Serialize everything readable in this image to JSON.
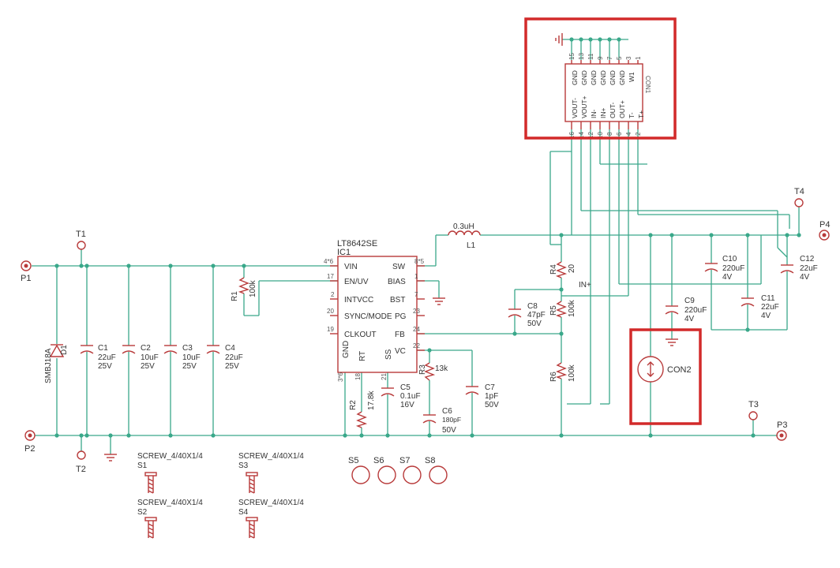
{
  "ports": {
    "p1": "P1",
    "p2": "P2",
    "p3": "P3",
    "p4": "P4",
    "t1": "T1",
    "t2": "T2",
    "t3": "T3",
    "t4": "T4"
  },
  "diode": {
    "name": "D1",
    "value": "SMBJ18A"
  },
  "input_caps": [
    {
      "name": "C1",
      "value": "22uF",
      "voltage": "25V"
    },
    {
      "name": "C2",
      "value": "10uF",
      "voltage": "25V"
    },
    {
      "name": "C3",
      "value": "10uF",
      "voltage": "25V"
    },
    {
      "name": "C4",
      "value": "22uF",
      "voltage": "25V"
    }
  ],
  "r1": {
    "name": "R1",
    "value": "100k"
  },
  "ic": {
    "part": "LT8642SE",
    "ref": "IC1",
    "left_pins": [
      {
        "num": "4*6",
        "label": "VIN"
      },
      {
        "num": "17",
        "label": "EN/UV"
      },
      {
        "num": "2",
        "label": "INTVCC"
      },
      {
        "num": "20",
        "label": "SYNC/MODE"
      },
      {
        "num": "19",
        "label": "CLKOUT"
      }
    ],
    "right_pins": [
      {
        "num": "8*5",
        "label": "SW"
      },
      {
        "num": "1",
        "label": "BIAS"
      },
      {
        "num": "7",
        "label": "BST"
      },
      {
        "num": "23",
        "label": "PG"
      },
      {
        "num": "24",
        "label": "FB"
      },
      {
        "num": "22",
        "label": "VC"
      }
    ],
    "bottom_pins": [
      {
        "num": "3*6",
        "label": "GND"
      },
      {
        "num": "18",
        "label": "RT"
      },
      {
        "num": "21",
        "label": "SS"
      }
    ]
  },
  "l1": {
    "name": "L1",
    "value": "0.3uH"
  },
  "r2": {
    "name": "R2",
    "value": "17.8k"
  },
  "r3": {
    "name": "R3",
    "value": "13k"
  },
  "r4": {
    "name": "R4",
    "value": "20"
  },
  "r5": {
    "name": "R5",
    "value": "100k"
  },
  "r6": {
    "name": "R6",
    "value": "100k"
  },
  "c5": {
    "name": "C5",
    "value": "0.1uF",
    "voltage": "16V"
  },
  "c6": {
    "name": "C6",
    "value": "180pF",
    "voltage": "50V"
  },
  "c7": {
    "name": "C7",
    "value": "1pF",
    "voltage": "50V"
  },
  "c8": {
    "name": "C8",
    "value": "47pF",
    "voltage": "50V"
  },
  "c9": {
    "name": "C9",
    "value": "220uF",
    "voltage": "4V"
  },
  "c10": {
    "name": "C10",
    "value": "220uF",
    "voltage": "4V"
  },
  "c11": {
    "name": "C11",
    "value": "22uF",
    "voltage": "4V"
  },
  "c12": {
    "name": "C12",
    "value": "22uF",
    "voltage": "4V"
  },
  "net_label": "IN+",
  "con1": {
    "name": "CON1",
    "top_pins": [
      "15",
      "13",
      "11",
      "9",
      "7",
      "5",
      "3",
      "1"
    ],
    "top_labels": [
      "GND",
      "GND",
      "GND",
      "GND",
      "GND",
      "GND",
      "W1"
    ],
    "bottom_pins": [
      "16",
      "14",
      "12",
      "10",
      "8",
      "6",
      "4",
      "2"
    ],
    "bottom_labels": [
      "VOUT-",
      "VOUT+",
      "IN-",
      "IN+",
      "OUT-",
      "OUT+",
      "T-",
      "T+"
    ]
  },
  "con2": {
    "name": "CON2"
  },
  "screws": [
    {
      "name": "S1",
      "value": "SCREW_4/40X1/4"
    },
    {
      "name": "S2",
      "value": "SCREW_4/40X1/4"
    },
    {
      "name": "S3",
      "value": "SCREW_4/40X1/4"
    },
    {
      "name": "S4",
      "value": "SCREW_4/40X1/4"
    }
  ],
  "standoffs": [
    "S5",
    "S6",
    "S7",
    "S8"
  ],
  "colors": {
    "wire": "#3aa88a",
    "component": "#b83a3a",
    "highlight": "#d22a2a",
    "text": "#333333"
  }
}
